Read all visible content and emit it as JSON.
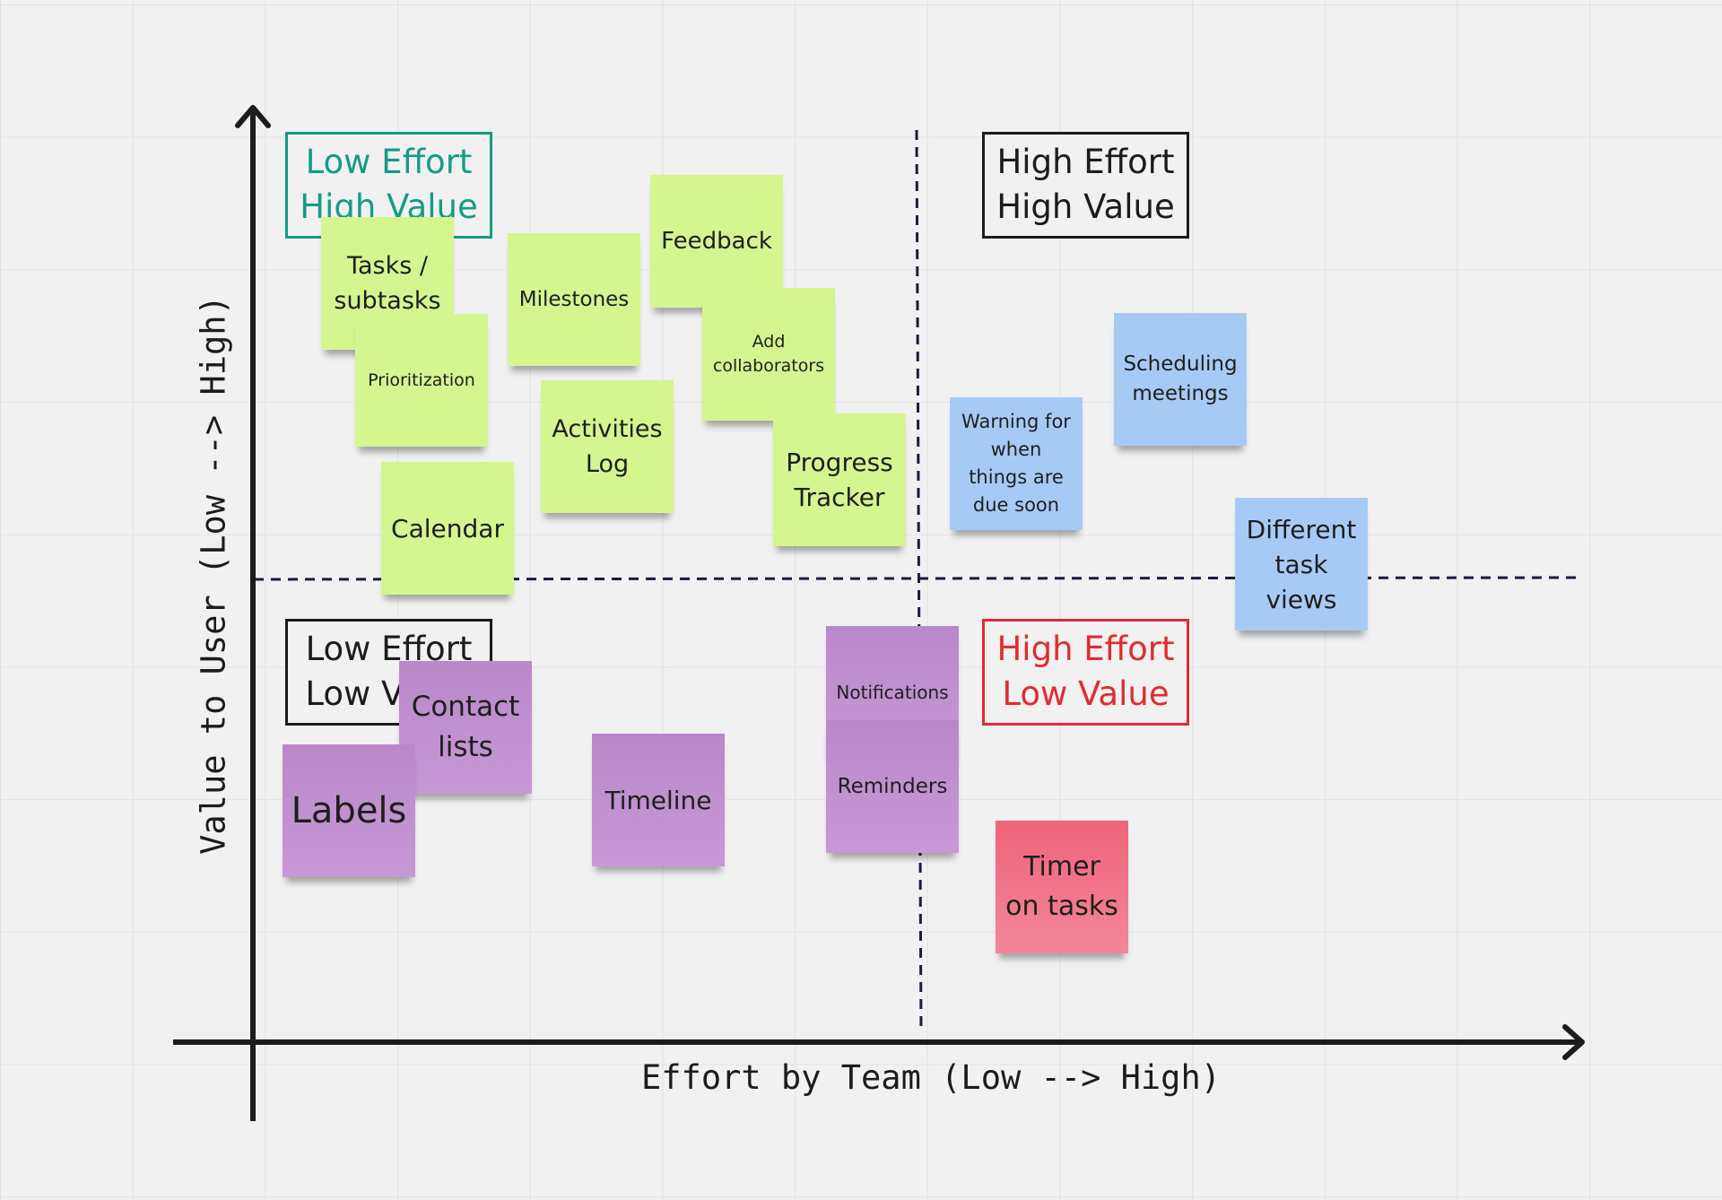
{
  "axes": {
    "x_label": "Effort by Team (Low --> High)",
    "y_label": "Value to User (Low --> High)"
  },
  "quadrants": {
    "top_left": {
      "line1": "Low Effort",
      "line2": "High Value",
      "color": "#139c86"
    },
    "top_right": {
      "line1": "High Effort",
      "line2": "High Value",
      "color": "#1c1c1c"
    },
    "bottom_left": {
      "line1": "Low Effort",
      "line2": "Low Value",
      "color": "#1c1c1c"
    },
    "bottom_right": {
      "line1": "High Effort",
      "line2": "Low Value",
      "color": "#e12b30"
    }
  },
  "colors": {
    "green_note": "#d5f58f",
    "blue_note": "#a7caf5",
    "purple_note": "#c090d0",
    "red_note": "#f07589",
    "divider": "#1c1b3d"
  },
  "stickies": {
    "feedback": "Feedback",
    "milestones": "Milestones",
    "tasks": "Tasks /\nsubtasks",
    "prioritization": "Prioritization",
    "add_collaborators": "Add\ncollaborators",
    "activities_log": "Activities\nLog",
    "progress_tracker": "Progress\nTracker",
    "calendar": "Calendar",
    "warning": "Warning for\nwhen\nthings are\ndue soon",
    "scheduling": "Scheduling\nmeetings",
    "different_views": "Different\ntask\nviews",
    "notifications": "Notifications",
    "reminders": "Reminders",
    "contact_lists": "Contact\nlists",
    "labels": "Labels",
    "timeline": "Timeline",
    "timer": "Timer\non tasks"
  }
}
